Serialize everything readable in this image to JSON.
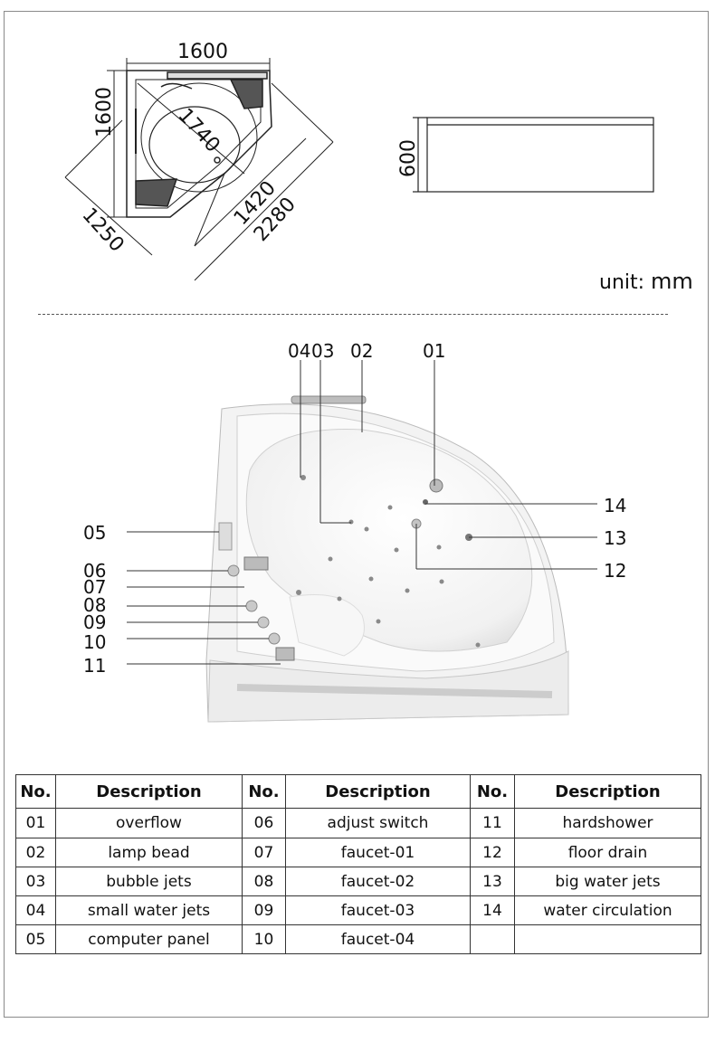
{
  "drawing": {
    "top_view": {
      "width": "1600",
      "depth": "1600",
      "diagonal": "1740",
      "front_width": "1420",
      "total_diagonal": "2280",
      "side_length": "1250"
    },
    "side_view": {
      "height": "600"
    },
    "unit_label": "unit:",
    "unit_value": "mm"
  },
  "callouts": [
    {
      "id": "04",
      "label": "04"
    },
    {
      "id": "03",
      "label": "03"
    },
    {
      "id": "02",
      "label": "02"
    },
    {
      "id": "01",
      "label": "01"
    },
    {
      "id": "14",
      "label": "14"
    },
    {
      "id": "13",
      "label": "13"
    },
    {
      "id": "12",
      "label": "12"
    },
    {
      "id": "05",
      "label": "05"
    },
    {
      "id": "06",
      "label": "06"
    },
    {
      "id": "07",
      "label": "07"
    },
    {
      "id": "08",
      "label": "08"
    },
    {
      "id": "09",
      "label": "09"
    },
    {
      "id": "10",
      "label": "10"
    },
    {
      "id": "11",
      "label": "11"
    }
  ],
  "table": {
    "headers": [
      "No.",
      "Description",
      "No.",
      "Description",
      "No.",
      "Description"
    ],
    "rows": [
      [
        "01",
        "overflow",
        "06",
        "adjust switch",
        "11",
        "hardshower"
      ],
      [
        "02",
        "lamp bead",
        "07",
        "faucet-01",
        "12",
        "floor drain"
      ],
      [
        "03",
        "bubble jets",
        "08",
        "faucet-02",
        "13",
        "big water jets"
      ],
      [
        "04",
        "small water jets",
        "09",
        "faucet-03",
        "14",
        "water circulation"
      ],
      [
        "05",
        "computer panel",
        "10",
        "faucet-04",
        "",
        ""
      ]
    ]
  }
}
